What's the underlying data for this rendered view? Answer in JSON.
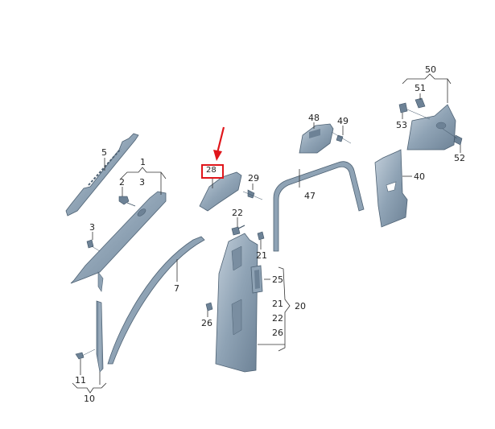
{
  "diagram": {
    "title": "Interior pillar trim parts diagram",
    "part_color": "#8fa3b5",
    "part_dark": "#5f7386",
    "part_light": "#c4d0db",
    "highlight_color": "#e0161b",
    "highlighted_part": "28",
    "labels": {
      "p1": "1",
      "p2": "2",
      "p3a": "3",
      "p3b": "3",
      "p5": "5",
      "p7": "7",
      "p10": "10",
      "p11": "11",
      "p20": "20",
      "p21a": "21",
      "p21b": "21",
      "p22a": "22",
      "p22b": "22",
      "p25": "25",
      "p26a": "26",
      "p26b": "26",
      "p28": "28",
      "p29": "29",
      "p40": "40",
      "p47": "47",
      "p48": "48",
      "p49": "49",
      "p50": "50",
      "p51": "51",
      "p52": "52",
      "p53": "53"
    }
  }
}
